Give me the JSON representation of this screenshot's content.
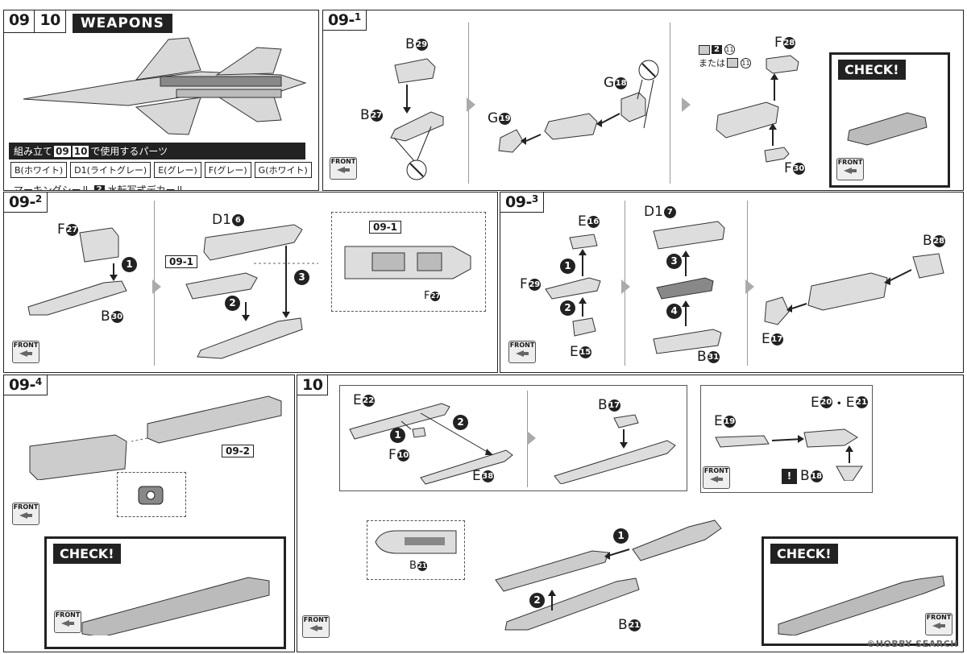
{
  "header": {
    "step_a": "09",
    "step_b": "10",
    "title": "WEAPONS"
  },
  "parts_used": {
    "prefix": "組み立て",
    "step_a": "09",
    "step_b": "10",
    "suffix": "で使用するパーツ",
    "chips": [
      "B(ホワイト)",
      "D1(ライトグレー)",
      "E(グレー)",
      "F(グレー)",
      "G(ホワイト)"
    ],
    "decal_label": "マーキングシール",
    "decal_num": "2",
    "decal_type": "水転写式デカール"
  },
  "step_09_1": {
    "tag": "09",
    "sub": "1",
    "labels": {
      "b29": "B",
      "b29_n": "29",
      "b27": "B",
      "b27_n": "27",
      "g18": "G",
      "g18_n": "18",
      "g19": "G",
      "g19_n": "19",
      "f28": "F",
      "f28_n": "28",
      "f30": "F",
      "f30_n": "30"
    },
    "decal_note_num": "2",
    "decal_note_sub": "11",
    "decal_note_or": "または",
    "decal_note_sub2": "11",
    "check": "CHECK!"
  },
  "step_09_2": {
    "tag": "09",
    "sub": "2",
    "labels": {
      "f27": "F",
      "f27_n": "27",
      "b30": "B",
      "b30_n": "30",
      "d16": "D1",
      "d16_n": "6",
      "ref": "09-1",
      "inset_ref": "09-1",
      "inset_f27": "F",
      "inset_f27_n": "27"
    },
    "steps": [
      "1",
      "2",
      "3"
    ]
  },
  "step_09_3": {
    "tag": "09",
    "sub": "3",
    "labels": {
      "e16": "E",
      "e16_n": "16",
      "f29": "F",
      "f29_n": "29",
      "e15": "E",
      "e15_n": "15",
      "d17": "D1",
      "d17_n": "7",
      "b31": "B",
      "b31_n": "31",
      "b28": "B",
      "b28_n": "28",
      "e17": "E",
      "e17_n": "17"
    },
    "steps": [
      "1",
      "2",
      "3",
      "4"
    ]
  },
  "step_09_4": {
    "tag": "09",
    "sub": "4",
    "ref": "09-2",
    "check": "CHECK!"
  },
  "step_10": {
    "tag": "10",
    "labels": {
      "e22": "E",
      "e22_n": "22",
      "f10": "F",
      "f10_n": "10",
      "e38": "E",
      "e38_n": "38",
      "b17": "B",
      "b17_n": "17",
      "e19": "E",
      "e19_n": "19",
      "e20": "E",
      "e20_n": "20",
      "e21": "E",
      "e21_n": "21",
      "b18": "B",
      "b18_n": "18",
      "b21a": "B",
      "b21a_n": "21",
      "b21b": "B",
      "b21b_n": "21"
    },
    "steps": [
      "1",
      "2",
      "1",
      "2"
    ],
    "check": "CHECK!"
  },
  "front_label": "FRONT",
  "watermark": "©HOBBY SEARCH"
}
